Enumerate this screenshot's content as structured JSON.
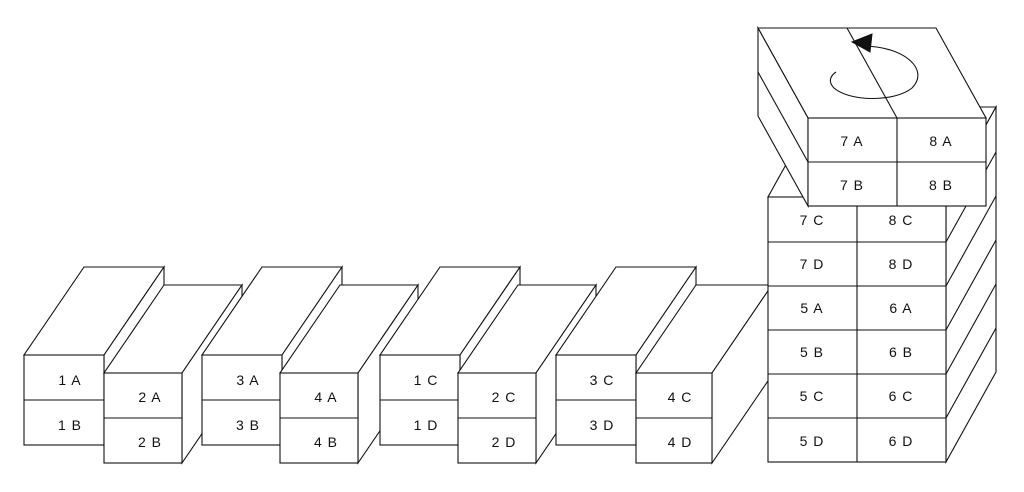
{
  "labels": {
    "1A": "1 A",
    "1B": "1 B",
    "2A": "2 A",
    "2B": "2 B",
    "3A": "3 A",
    "3B": "3 B",
    "4A": "4 A",
    "4B": "4 B",
    "1C": "1 C",
    "1D": "1 D",
    "2C": "2 C",
    "2D": "2 D",
    "3C": "3 C",
    "3D": "3 D",
    "4C": "4 C",
    "4D": "4 D",
    "7C": "7 C",
    "8C": "8 C",
    "7D": "7 D",
    "8D": "8 D",
    "5A": "5 A",
    "6A": "6 A",
    "5B": "5 B",
    "6B": "6 B",
    "5C": "5 C",
    "6C": "6 C",
    "5D": "5 D",
    "6D": "6 D",
    "7A": "7 A",
    "8A": "8 A",
    "7B": "7 B",
    "8B": "8 B"
  },
  "rotation_symbol": "rotate-counterclockwise-arrow-icon"
}
